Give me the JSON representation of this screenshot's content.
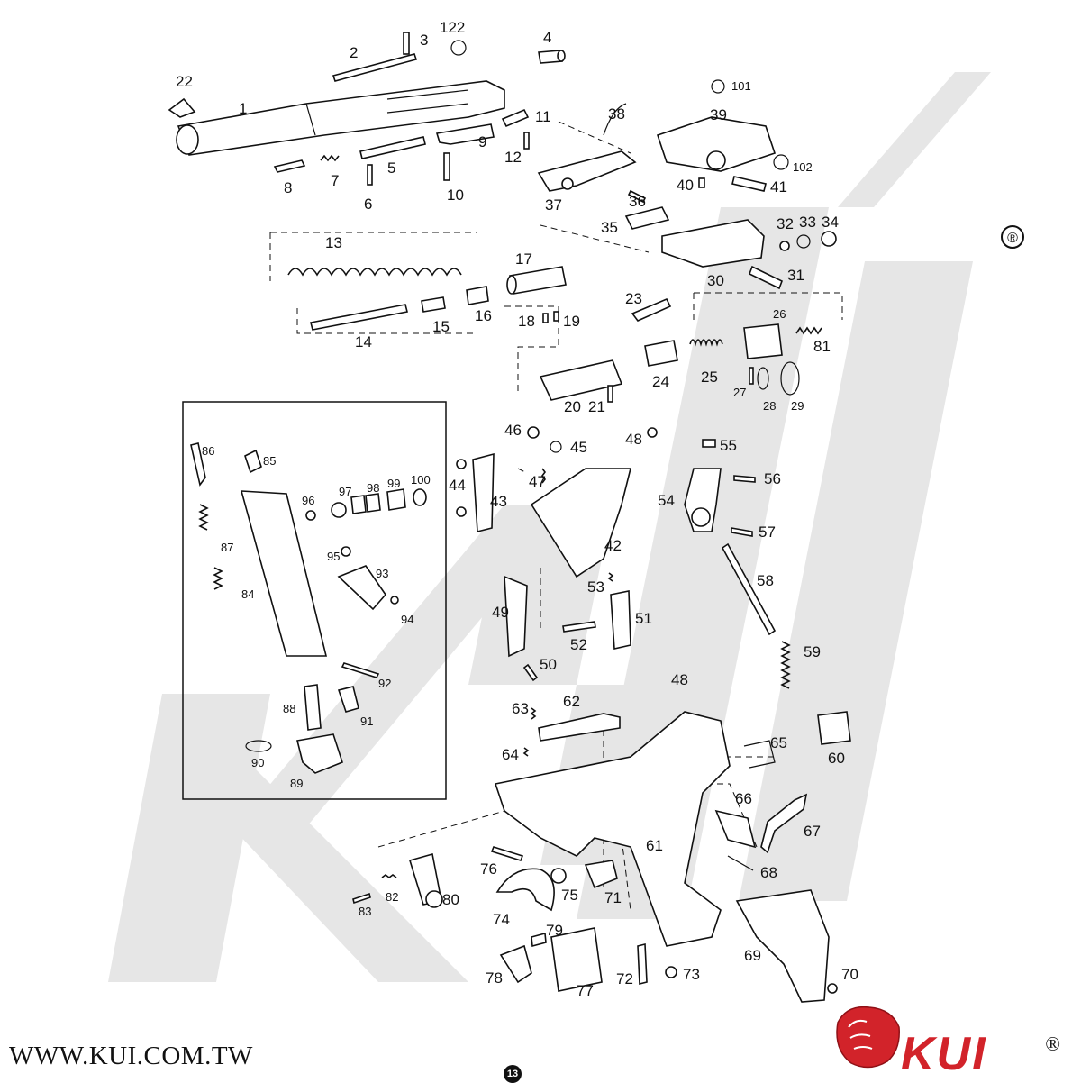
{
  "diagram": {
    "labels": [
      {
        "id": "1"
      },
      {
        "id": "2"
      },
      {
        "id": "3"
      },
      {
        "id": "4"
      },
      {
        "id": "5"
      },
      {
        "id": "6"
      },
      {
        "id": "7"
      },
      {
        "id": "8"
      },
      {
        "id": "9"
      },
      {
        "id": "10"
      },
      {
        "id": "11"
      },
      {
        "id": "12"
      },
      {
        "id": "13"
      },
      {
        "id": "14"
      },
      {
        "id": "15"
      },
      {
        "id": "16"
      },
      {
        "id": "17"
      },
      {
        "id": "18"
      },
      {
        "id": "19"
      },
      {
        "id": "20"
      },
      {
        "id": "21"
      },
      {
        "id": "22"
      },
      {
        "id": "23"
      },
      {
        "id": "24"
      },
      {
        "id": "25"
      },
      {
        "id": "26"
      },
      {
        "id": "27"
      },
      {
        "id": "28"
      },
      {
        "id": "29"
      },
      {
        "id": "30"
      },
      {
        "id": "31"
      },
      {
        "id": "32"
      },
      {
        "id": "33"
      },
      {
        "id": "34"
      },
      {
        "id": "35"
      },
      {
        "id": "36"
      },
      {
        "id": "37"
      },
      {
        "id": "38"
      },
      {
        "id": "39"
      },
      {
        "id": "40"
      },
      {
        "id": "41"
      },
      {
        "id": "42"
      },
      {
        "id": "43"
      },
      {
        "id": "44"
      },
      {
        "id": "45"
      },
      {
        "id": "46"
      },
      {
        "id": "47"
      },
      {
        "id": "48"
      },
      {
        "id": "48"
      },
      {
        "id": "49"
      },
      {
        "id": "50"
      },
      {
        "id": "51"
      },
      {
        "id": "52"
      },
      {
        "id": "53"
      },
      {
        "id": "54"
      },
      {
        "id": "55"
      },
      {
        "id": "56"
      },
      {
        "id": "57"
      },
      {
        "id": "58"
      },
      {
        "id": "59"
      },
      {
        "id": "60"
      },
      {
        "id": "61"
      },
      {
        "id": "62"
      },
      {
        "id": "63"
      },
      {
        "id": "64"
      },
      {
        "id": "65"
      },
      {
        "id": "66"
      },
      {
        "id": "67"
      },
      {
        "id": "68"
      },
      {
        "id": "69"
      },
      {
        "id": "70"
      },
      {
        "id": "71"
      },
      {
        "id": "72"
      },
      {
        "id": "73"
      },
      {
        "id": "74"
      },
      {
        "id": "75"
      },
      {
        "id": "76"
      },
      {
        "id": "77"
      },
      {
        "id": "78"
      },
      {
        "id": "79"
      },
      {
        "id": "80"
      },
      {
        "id": "81"
      },
      {
        "id": "82"
      },
      {
        "id": "83"
      },
      {
        "id": "84"
      },
      {
        "id": "85"
      },
      {
        "id": "86"
      },
      {
        "id": "87"
      },
      {
        "id": "88"
      },
      {
        "id": "89"
      },
      {
        "id": "90"
      },
      {
        "id": "91"
      },
      {
        "id": "92"
      },
      {
        "id": "93"
      },
      {
        "id": "94"
      },
      {
        "id": "95"
      },
      {
        "id": "96"
      },
      {
        "id": "97"
      },
      {
        "id": "98"
      },
      {
        "id": "99"
      },
      {
        "id": "100"
      },
      {
        "id": "101"
      },
      {
        "id": "102"
      },
      {
        "id": "122"
      }
    ]
  },
  "footer": {
    "website": "WWW.KUI.COM.TW",
    "page_number": "13"
  },
  "brand": {
    "name": "KUI",
    "registered_mark": "®",
    "accent_color": "#d2232a",
    "watermark_color": "#e6e6e6"
  }
}
